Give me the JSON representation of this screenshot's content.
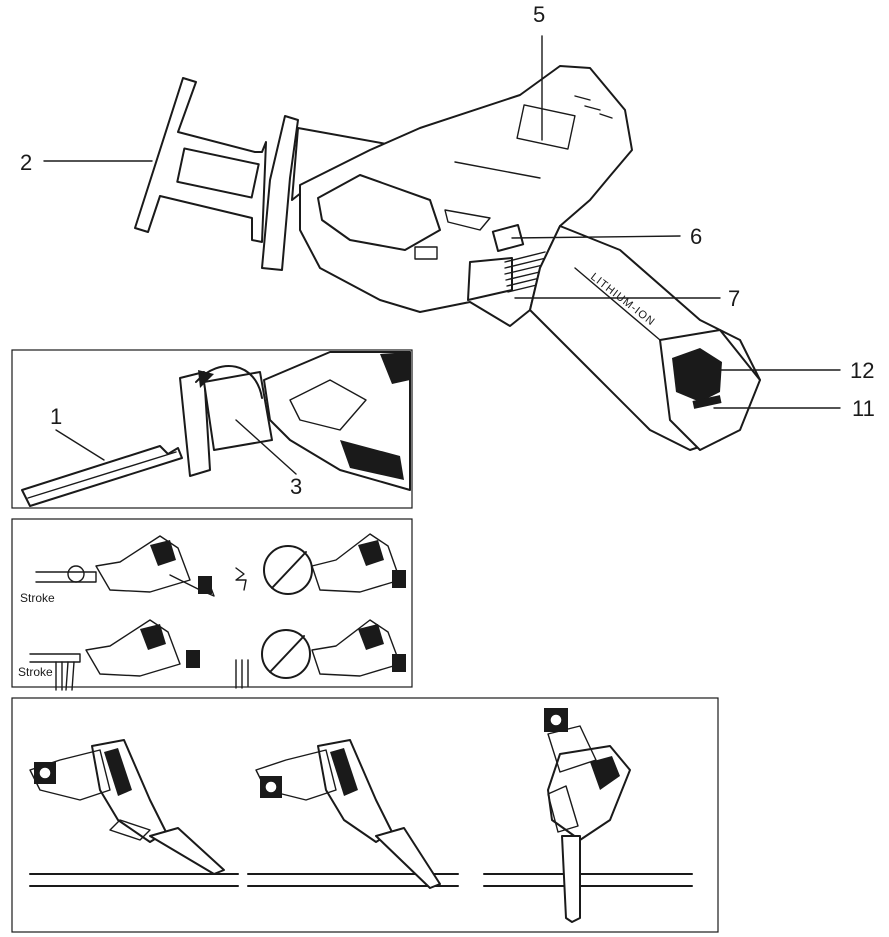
{
  "callouts": {
    "c1": "1",
    "c2": "2",
    "c3": "3",
    "c5": "5",
    "c6": "6",
    "c7": "7",
    "c11": "11",
    "c12": "12"
  },
  "tool_branding": "LITHIUM-ION",
  "stroke_labels": {
    "top": "Stroke",
    "bottom": "Stroke"
  }
}
